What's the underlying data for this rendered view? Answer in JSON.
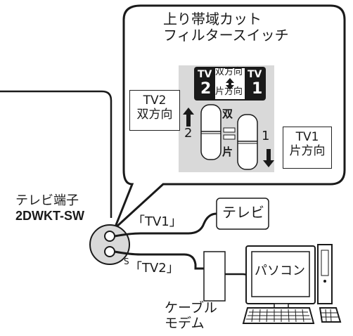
{
  "callout": {
    "title_line1": "上り帯域カット",
    "title_line2": "フィルタースイッチ",
    "switch_header": {
      "left_tv": "TV",
      "left_num": "2",
      "right_tv": "TV",
      "right_num": "1",
      "top_text": "双方向",
      "bottom_text": "片方向"
    },
    "left_label_line1": "TV2",
    "left_label_line2": "双方向",
    "right_label_line1": "TV1",
    "right_label_line2": "片方向",
    "left_num": "2",
    "right_num": "1",
    "mid_top": "双",
    "mid_bottom": "片"
  },
  "outlet": {
    "label_line1": "テレビ端子",
    "label_line2": "2DWKT-SW",
    "port1_label": "「TV1」",
    "port2_label": "「TV2」",
    "port2_prefix": "S"
  },
  "devices": {
    "tv": "テレビ",
    "pc": "パソコン",
    "modem_line1": "ケーブル",
    "modem_line2": "モデム"
  },
  "colors": {
    "panel_gray": "#d9d9d9",
    "line": "#1a1a1a",
    "dark": "#1a1a1a"
  }
}
